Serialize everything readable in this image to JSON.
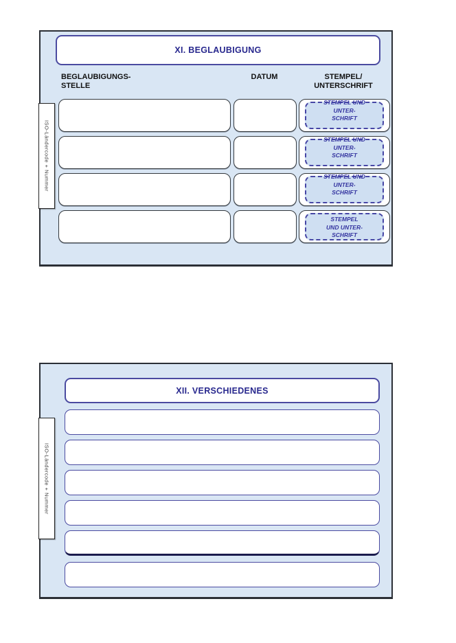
{
  "colors": {
    "panel_background": "#d9e6f4",
    "panel_border": "#2b2f36",
    "field_border_dark": "#33383d",
    "field_border_indigo": "#4a4aa0",
    "title_text": "#28288e",
    "stamp_placeholder_fill": "#cfdff2",
    "stamp_placeholder_border": "#4646a5",
    "stamp_placeholder_text": "#3434a0"
  },
  "section_xi": {
    "title": "XI. BEGLAUBIGUNG",
    "side_tab_label": "ISO-Ländercode + Nummer",
    "column_headers": {
      "office": "BEGLAUBIGUNGS-\nSTELLE",
      "date": "DATUM",
      "stamp": "STEMPEL/\nUNTERSCHRIFT"
    },
    "rows": [
      {
        "office_value": "",
        "date_value": "",
        "stamp_placeholder": "STEMPEL UND\nUNTER-\nSCHRIFT"
      },
      {
        "office_value": "",
        "date_value": "",
        "stamp_placeholder": "STEMPEL UND\nUNTER-\nSCHRIFT"
      },
      {
        "office_value": "",
        "date_value": "",
        "stamp_placeholder": "STEMPEL UND\nUNTER-\nSCHRIFT"
      },
      {
        "office_value": "",
        "date_value": "",
        "stamp_placeholder": "STEMPEL\nUND UNTER-\nSCHRIFT"
      }
    ]
  },
  "section_xii": {
    "title": "XII. VERSCHIEDENES",
    "side_tab_label": "ISO-Ländercode + Nummer",
    "rows": [
      {
        "value": ""
      },
      {
        "value": ""
      },
      {
        "value": ""
      },
      {
        "value": ""
      },
      {
        "value": ""
      },
      {
        "value": ""
      }
    ]
  }
}
